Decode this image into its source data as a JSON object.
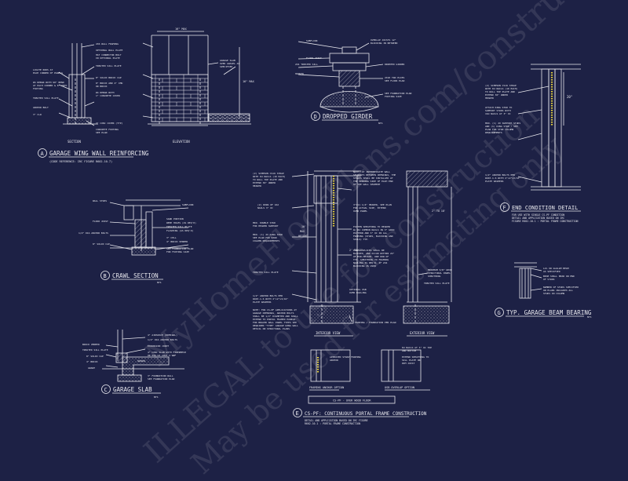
{
  "colors": {
    "background": "#1d2145",
    "line": "#e8e8ee",
    "highlight": "#e8d23a"
  },
  "watermark": {
    "line1": "MyHomeFloorPlans.com/construction",
    "line2": "ILLEGAL to use for construction",
    "line3": "May be used for estimating only"
  },
  "details": {
    "a": {
      "letter": "A",
      "title": "GARAGE WING WALL REINFORCING",
      "subtitle": "(CODE REFERENCE: IRC FIGURE R602.10.7)",
      "sub_section": "SECTION",
      "sub_elevation": "ELEVATION",
      "dim_top": "16\" MAX",
      "dim_side": "16\" MAX",
      "notes_left": [
        "LOCATE RODS AT",
        "EACH CORNER OF PANELS",
        "#4 REBAR WITH 90° BEND",
        "AT EACH CORNER & 8\" INTO",
        "FOOTING",
        "TREATED SILL PLATE",
        "ANCHOR BOLT",
        "3\" CLR"
      ],
      "notes_mid": [
        "2X6 WALL FRAMING",
        "OPTIONAL WALL PLATE",
        "HAT CONNECTOR BOLT",
        "IN OPTIONAL PLATE",
        "TREATED SILL PLATE",
        "8\" SOLID BRICK CAP",
        "8\" BRICK AND 4\" CMU",
        "OR BRICK",
        "#4 REBAR WITH",
        "1\" CONCRETE COVER",
        "3\" CONC COVER (TYP)",
        "CONCRETE FOOTING",
        "SEE PLAN"
      ],
      "notes_right": [
        "GARAGE SLAB",
        "OVER GRAVEL AS",
        "SPECIFIED"
      ]
    },
    "b": {
      "letter": "B",
      "title": "CRAWL SECTION",
      "scale": "NTS",
      "notes": [
        "WALL STUDS",
        "FLOOR JOIST",
        "SUBFLOOR",
        "SAND PORTION",
        "WEEP HOLES (AS REQ'D)",
        "TREATED SILL PLATE",
        "FLASHING (AS REQ'D)",
        "1/2\" DIA ANCHOR BOLTS",
        "8\" SOLID CAP",
        "3\" CELL",
        "4\" BRICK VENEER",
        "SEE FOUNDATION PLAN",
        "FOR FOOTING SIZE"
      ]
    },
    "c": {
      "letter": "C",
      "title": "GARAGE SLAB",
      "scale": "NTS",
      "notes": [
        "BRICK VENEER",
        "TREATED SILL PLATE",
        "8\" SOLID CAP",
        "4\" BRICK",
        "GRADE",
        "4\" AIRSPACE (NOMINAL)",
        "1/2\" DIA ANCHOR BOLTS",
        "EXPANSION JOINT",
        "4\" CONC SLAB WITH FIBERMESH",
        "OR 6X6-W1.4XW1.4 WWF",
        "3\" FOUNDATION WALL",
        "SEE FOUNDATION PLAN"
      ]
    },
    "d": {
      "letter": "D",
      "title": "DROPPED GIRDER",
      "scale": "NTS",
      "notes": [
        "SUBFLOOR",
        "FLOOR JOIST",
        "2X4 TREATED SILL",
        "HANGER",
        "OVERLAP JOISTS 12\"",
        "BLOCKING IN BETWEEN",
        "DROPPED GIRDER",
        "2X10 TWO PLIES",
        "SEE FLOOR PLAN",
        "SEE FOUNDATION PLAN",
        "FOOTING SIZE"
      ]
    },
    "e": {
      "letter": "E",
      "title": "CS-PF: CONTINUOUS PORTAL FRAME CONSTRUCTION",
      "subtitle1": "DETAIL AND APPLICATION BASED ON IRC FIGURE",
      "subtitle2": "R602.10.1 : PORTAL FRAME CONSTRUCTION",
      "interior_view": "INTERIOR VIEW",
      "exterior_view": "EXTERIOR VIEW",
      "framing_anchor": "FRAMING ANCHOR OPTION",
      "osb_overlap": "OSB OVERLAP OPTION",
      "cs_pf": "CS-PF - OVER WOOD FLOOR",
      "dims": [
        "10'",
        "MAX",
        "HEIGHT",
        "2' TO 18'",
        "2' TO 18'"
      ],
      "notes_left": [
        "(2) SIMPSON CS16 STRAP",
        "WITH 8d NAILS (10 EACH)",
        "TO WALL TOP PLATE AND",
        "EXTEND 36\" UNDER",
        "HEADER",
        "(2) ROWS OF 16d",
        "NAILS 3\" OC",
        "MIN. DOUBLE STUD",
        "FOR HEADER SUPPORT",
        "MIN. (1) 2X KING STUD",
        "SEE PLAN FOR STUD",
        "COLUMN REQUIREMENTS",
        "TREATED SILL PLATE",
        "1/2\" ANCHOR BOLTS PER",
        "R403.1.6 WITH 2\"x2\"x3/16\"",
        "PLATE WASHERS",
        "NOTE: FOR CS-PF APPLICATIONS AT",
        "GARAGE OPENINGS, ANCHOR BOLTS",
        "SHALL BE 1/2\" DIAMETER AND SHALL",
        "EXTEND TO PORTAL FRAMED PANELS.",
        "FOR BRACED WALL PANEL TYPES SEE",
        "REQUIRED \"TYPE\" GARAGE WING WALL",
        "DETAIL ON STRUCTURAL PLANS"
      ],
      "notes_mid": [
        "NOTE: AT INTERMEDIATE WALL",
        "SEGMENTS BETWEEN OPENINGS, THE",
        "STRAPS SHALL BE INSTALLED AT",
        "THE OPENING SIDE OF EACH END",
        "OF THE WALL SEGMENT",
        "3\"X11 1/4\" HEADER, SEE PLAN",
        "FOR ACTUAL SIZE, EXTEND",
        "OVER PANEL",
        "FASTEN SHEATHING TO HEADER",
        "W/ 8d COMMON NAILS IN 3\" GRID",
        "PATTERN AND 3\" OC IN ALL",
        "FRAMING (STUDS, BLOCKING AND",
        "SILLS) TYP.",
        "PANEL SPLICES SHALL BE",
        "BLOCKED, AND OCCUR WITHIN 24\"",
        "OF MID-HEIGHT. ONE ROW OF",
        "TYP. SHEATHING TO FRAMING",
        "NAILING IS REQ'D. IF 2X4",
        "BLOCKING IS USED",
        "MINIMUM 3/8\" WOOD",
        "STRUCTURAL PANEL",
        "SHEATHING",
        "TREATED SILL PLATE",
        "OPTIONAL OSB",
        "OVER NAILING",
        "FRAMING / FOUNDATION PER PLAN"
      ],
      "notes_bottom": [
        "APPROVED STRAP FRAMING",
        "ANCHOR",
        "8d NAILS AT 3\" OC TOP",
        "AND BOTTOM",
        "EXTEND SHEATHING TO",
        "SILL PLATE OR",
        "RIM JOIST"
      ]
    },
    "f": {
      "letter": "F",
      "title": "END CONDITION DETAIL",
      "subtitle1": "FOR USE WITH SINGLE CS-PF CONDITION",
      "subtitle2": "DETAIL AND APPLICATION BASED ON IRC",
      "subtitle3": "FIGURE R602.10.1 : PORTAL FRAME CONSTRUCTION",
      "dim": "20\"",
      "notes": [
        "(2) SIMPSON CS16 STRAP",
        "WITH 8d NAILS (10 EACH)",
        "TO WALL TOP PLATE AND",
        "EXTEND 36\" UNDER",
        "HEADER",
        "ATTACH KING STUD TO",
        "SUPPORT STUDS WITH",
        "16d NAILS AT 3\" OC",
        "MIN. (1) 2X SUPPORT STUDS",
        "AND (1) KING STUD / SEE",
        "PLAN FOR STUD COLUMN",
        "REQUIREMENTS",
        "1/2\" ANCHOR BOLTS PER",
        "R403.1.6 WITH 2\"x2\"x3/16\"",
        "PLATE WASHERS"
      ]
    },
    "g": {
      "letter": "G",
      "title": "TYP. GARAGE BEAM BEARING",
      "scale": "NTS",
      "notes": [
        "LVL OR GLULAM BEAM",
        "AS SPECIFIED",
        "BEAM SHALL BEAR ON END",
        "OF STUDS",
        "NUMBER OF STUDS SPECIFIED",
        "ON PLANS INCLUDES ALL",
        "STUDS IN COLUMN"
      ]
    }
  }
}
